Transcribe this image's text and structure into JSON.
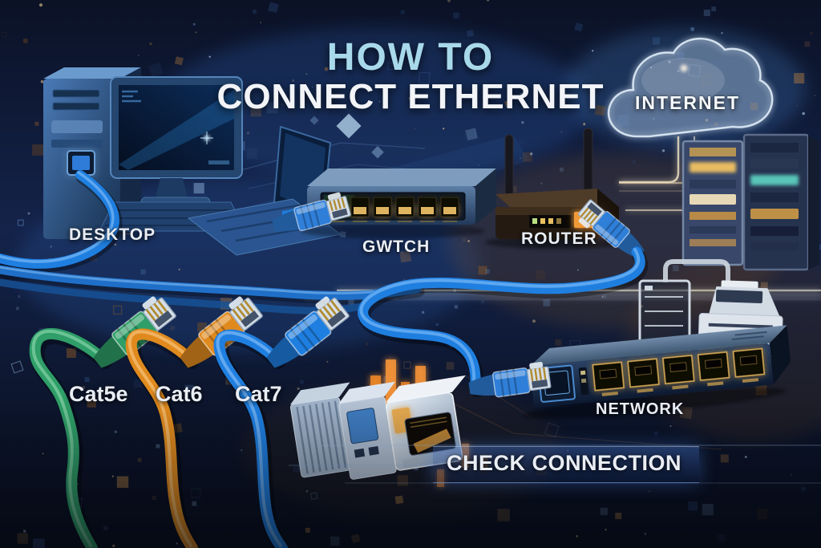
{
  "title": {
    "line1": "HOW TO",
    "line2": "CONNECT ETHERNET"
  },
  "devices": {
    "desktop": {
      "label": "DESKTOP"
    },
    "switch": {
      "label": "GWTCH"
    },
    "router": {
      "label": "ROUTER"
    },
    "internet_cloud": {
      "label": "INTERNET"
    },
    "network_switch": {
      "label": "NETWORK"
    }
  },
  "cables": [
    {
      "name": "Cat5e",
      "color": "#2f9e68"
    },
    {
      "name": "Cat6",
      "color": "#e08a1e"
    },
    {
      "name": "Cat7",
      "color": "#1f7fe0"
    }
  ],
  "footer": {
    "check_connection": "CHECK CONNECTION"
  },
  "colors": {
    "title_accent": "#a8d9eb",
    "title_main": "#f2f4f7",
    "background": "#10182e",
    "line_gold": "#f0dcb0",
    "port_amber": "#e8b860",
    "glow_warm": "#b06a20"
  }
}
